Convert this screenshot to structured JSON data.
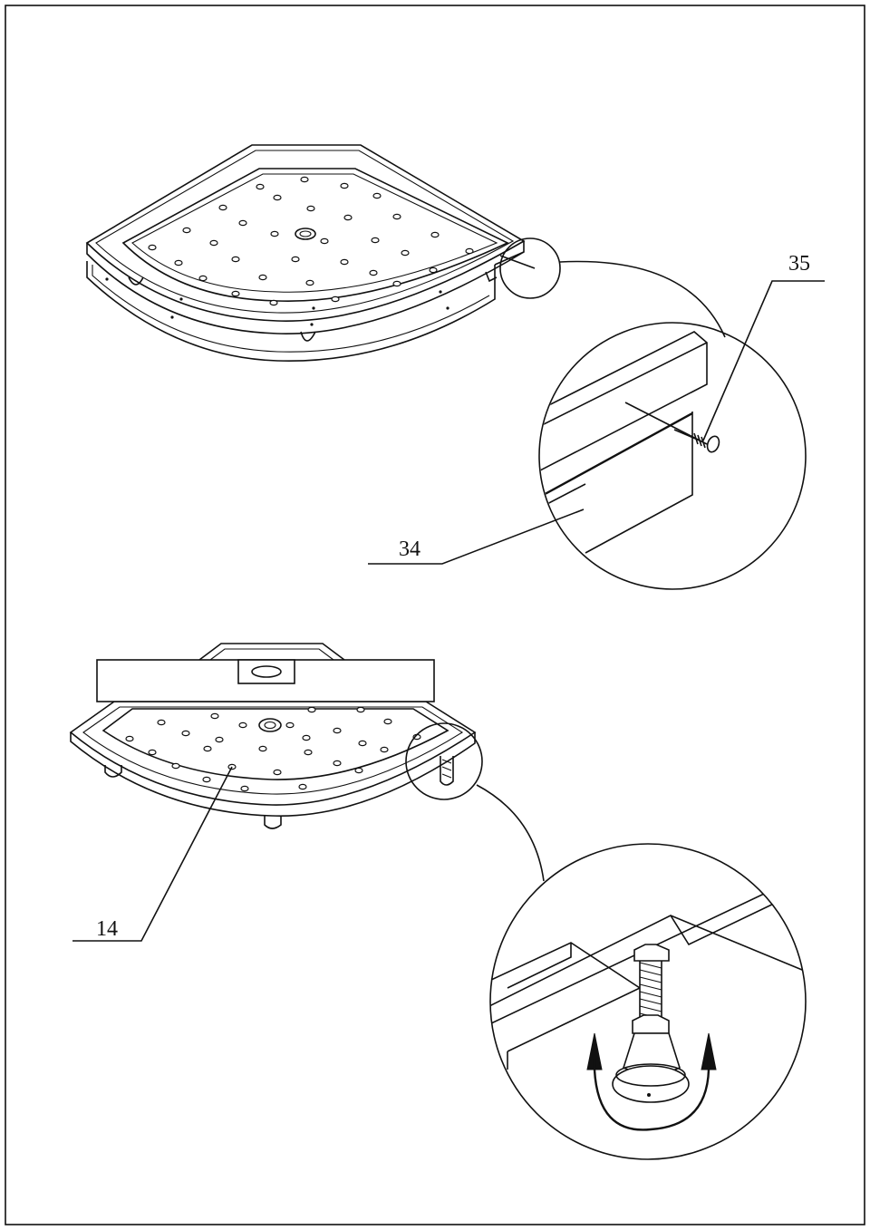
{
  "labels": {
    "part_35": "35",
    "part_34": "34",
    "part_14": "14"
  },
  "colors": {
    "line": "#111111",
    "background": "#ffffff"
  }
}
